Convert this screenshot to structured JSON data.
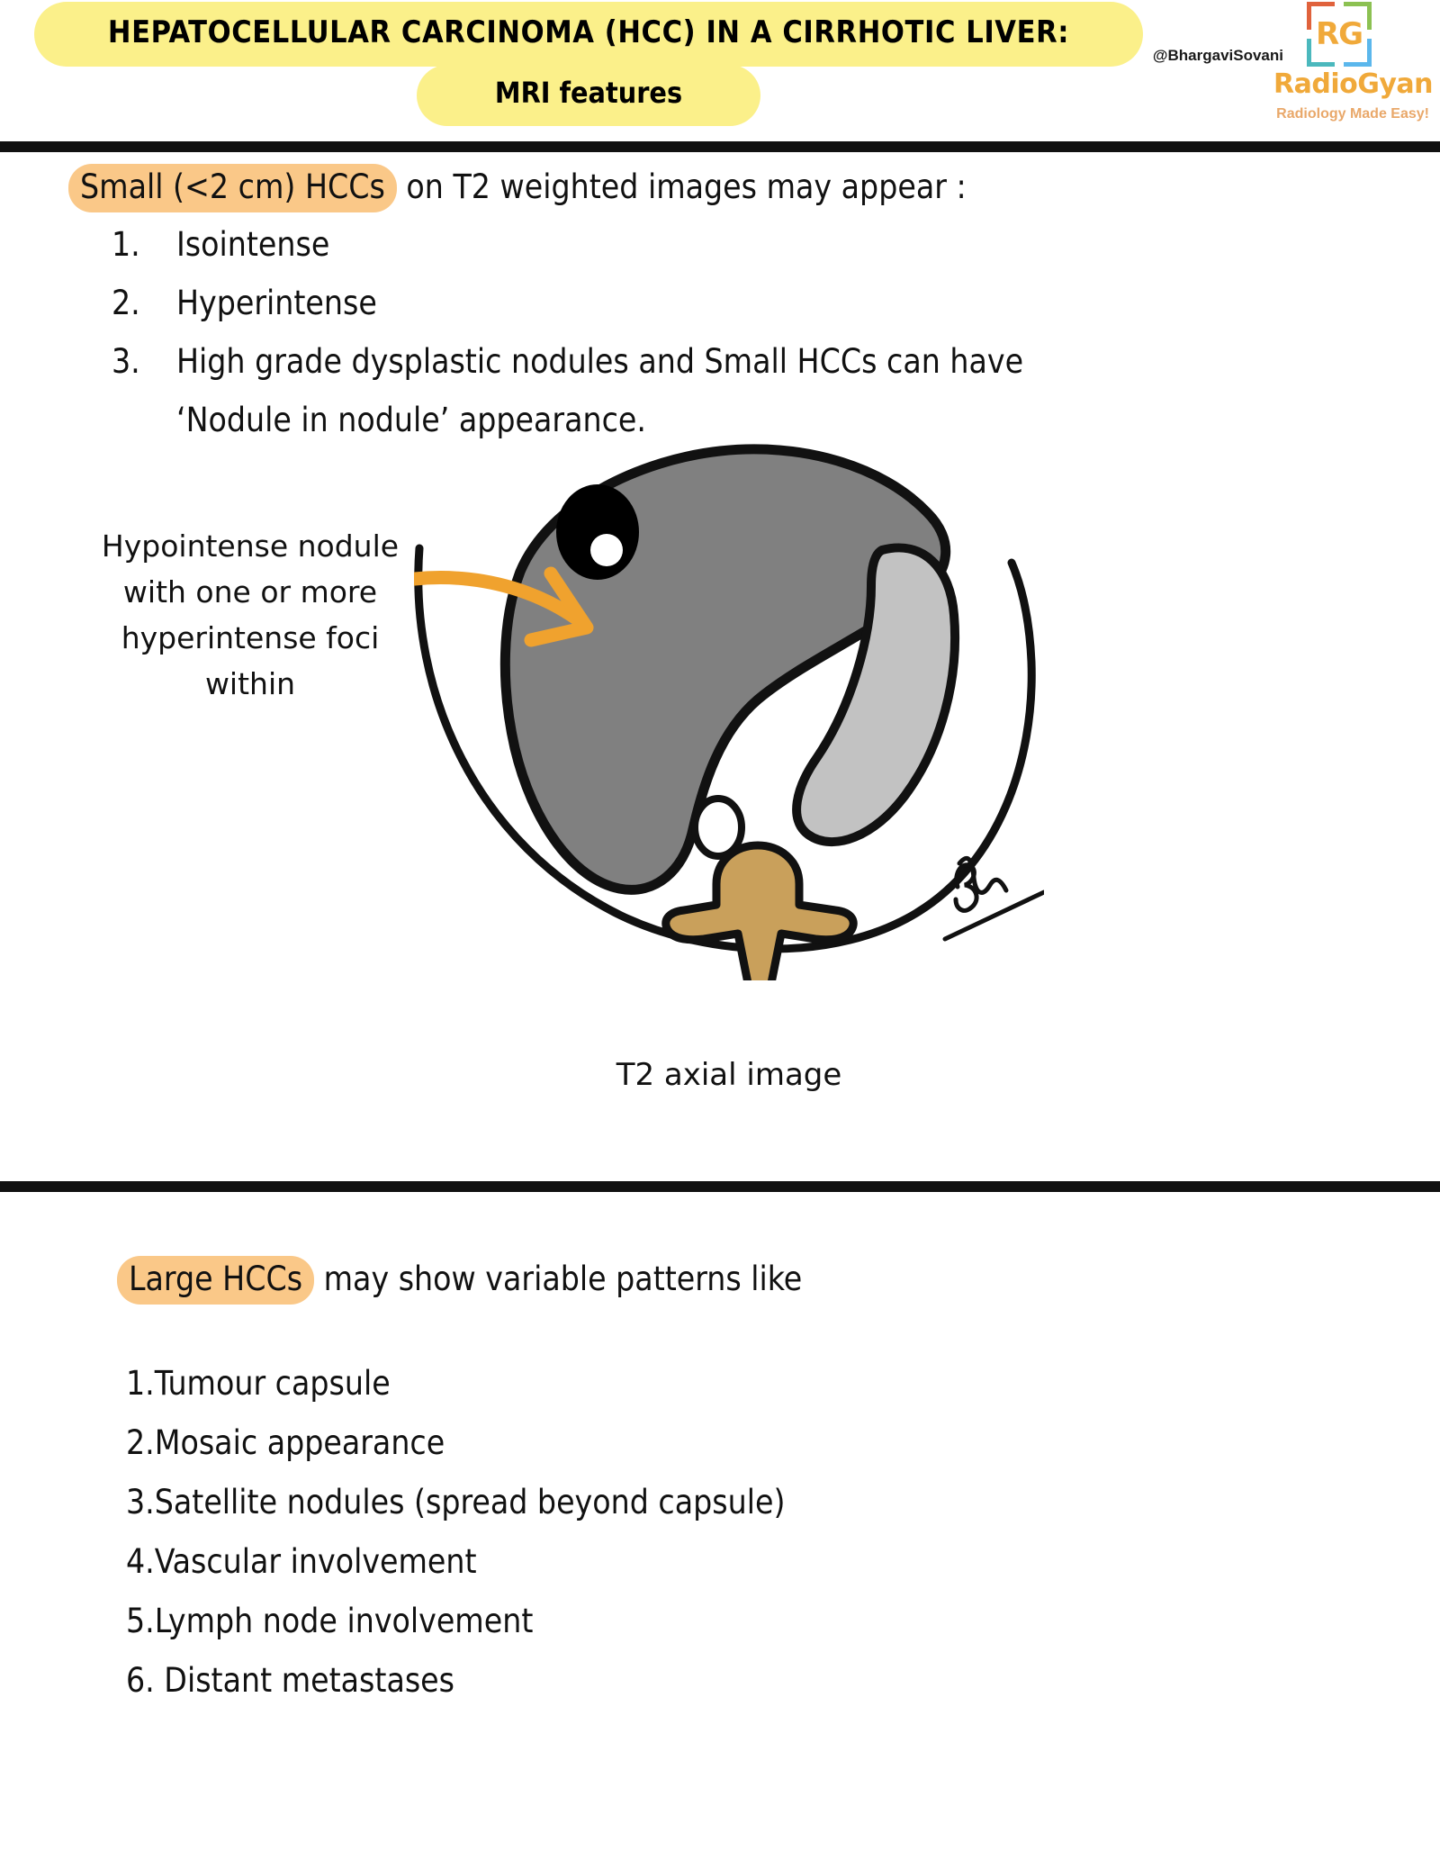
{
  "header": {
    "title_line1": "HEPATOCELLULAR CARCINOMA (HCC) IN A CIRRHOTIC LIVER:",
    "title_line2": "MRI features",
    "handle": "@BhargaviSovani",
    "logo_letters": "RG",
    "brand_name": "RadioGyan",
    "brand_tagline": "Radiology Made Easy!",
    "colors": {
      "title_highlight": "#fbf08a",
      "brand_orange": "#f0a93a",
      "tagline": "#e9a86a",
      "corner_top_left": "#e0623c",
      "corner_top_right": "#8cc152",
      "corner_bottom_left": "#4bb8bd",
      "corner_bottom_right": "#5bb7ec"
    }
  },
  "section_small": {
    "lead_highlight": "Small (<2 cm) HCCs",
    "lead_rest": " on T2 weighted images may appear :",
    "items": [
      {
        "num": "1.",
        "text": "Isointense",
        "text2": ""
      },
      {
        "num": "2.",
        "text": "Hyperintense",
        "text2": ""
      },
      {
        "num": "3.",
        "text": "High grade dysplastic nodules and Small HCCs can have",
        "text2": "‘Nodule in nodule’ appearance."
      }
    ],
    "annotation": {
      "line1": "Hypointense nodule",
      "line2": "with one or more",
      "line3": "hyperintense foci",
      "line4": "within"
    },
    "diagram_caption": "T2 axial image",
    "diagram_colors": {
      "liver": "#808080",
      "spleen": "#c2c2c2",
      "vertebra": "#c9a05b",
      "nodule": "#000000",
      "focus": "#ffffff",
      "outline": "#111111",
      "arrow": "#f0a22e"
    }
  },
  "section_large": {
    "lead_highlight": "Large HCCs",
    "lead_rest": " may show variable patterns like",
    "items": [
      "1.Tumour capsule",
      "2.Mosaic appearance",
      "3.Satellite nodules (spread beyond capsule)",
      "4.Vascular involvement",
      "5.Lymph node involvement",
      "6. Distant metastases"
    ]
  },
  "highlight_color": "#fac888",
  "divider_color": "#111111"
}
